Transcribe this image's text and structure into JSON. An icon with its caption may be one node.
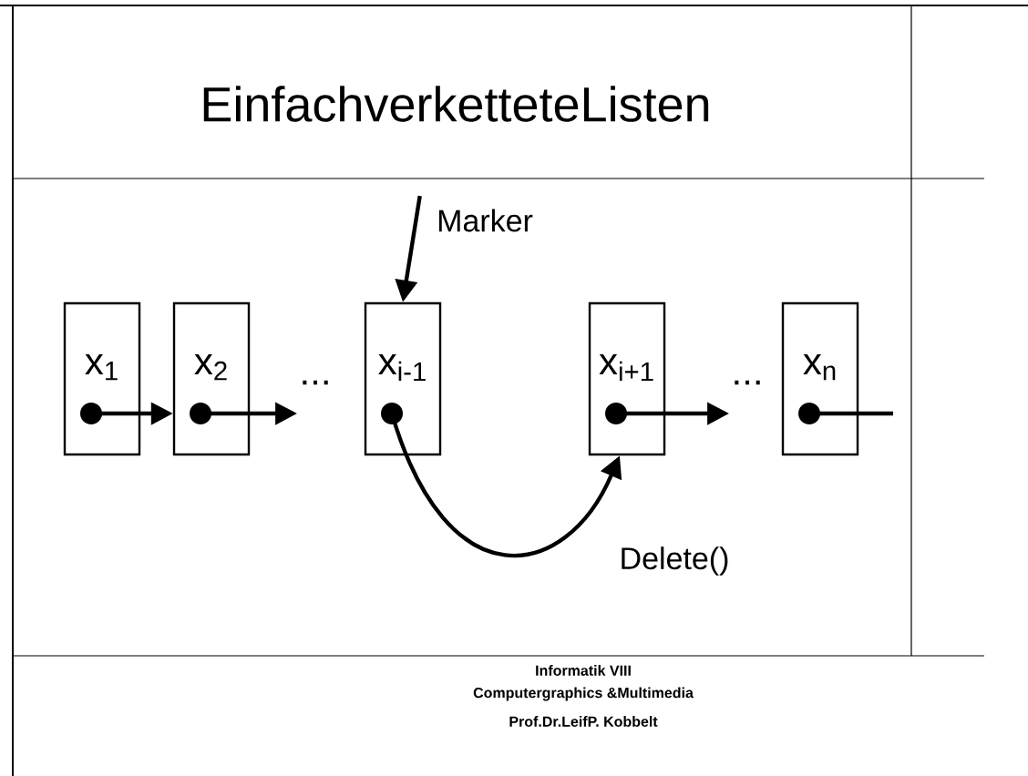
{
  "diagram": {
    "title": "EinfachverketteteListen",
    "nodes": [
      {
        "text": [
          "x$_{1}$"
        ]
      },
      {
        "text": [
          "x$_{2}$"
        ]
      },
      {
        "text": [
          "..."
        ]
      },
      {
        "text": [
          "x$_{i-1}$"
        ]
      },
      {
        "text": [
          "x$_{i+1}$"
        ]
      },
      {
        "text": [
          "..."
        ]
      },
      {
        "text": [
          "x$_{n}$"
        ]
      },
      {
        "text": [
          "Marker"
        ]
      }
    ],
    "edges": [
      {
        "from": 0,
        "to": 1,
        "arrow": "to"
      },
      {
        "from": 1,
        "to": 2,
        "arrow": "to"
      },
      {
        "from": 3,
        "to": 4,
        "arrow": "to",
        "label": "Delete()"
      },
      {
        "from": 4,
        "to": 5,
        "arrow": "to"
      },
      {
        "from": 6,
        "to": null,
        "arrow": "other"
      },
      {
        "from": 7,
        "to": 3,
        "arrow": "to"
      }
    ],
    "labels": [
      "Informatik VIII",
      "Computergraphics &Multimedia",
      "Prof.Dr.LeifP.    Kobbelt"
    ]
  }
}
